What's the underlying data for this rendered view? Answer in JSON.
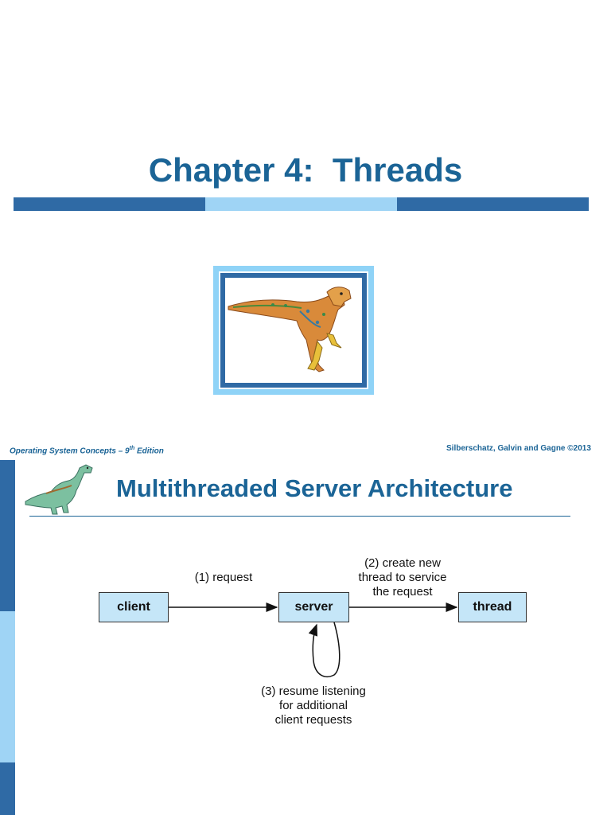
{
  "slide1": {
    "title": "Chapter 4:  Threads",
    "footer_left": "Operating System Concepts – 9",
    "footer_left_sup": "th",
    "footer_left_suffix": " Edition",
    "footer_right": "Silberschatz, Galvin and Gagne ©2013"
  },
  "slide2": {
    "title": "Multithreaded Server Architecture",
    "diagram": {
      "client": "client",
      "server": "server",
      "thread": "thread",
      "label_request": "(1) request",
      "label_create_lines": [
        "(2) create new",
        "thread to service",
        "the request"
      ],
      "label_resume_lines": [
        "(3) resume listening",
        "for additional",
        "client requests"
      ]
    }
  },
  "colors": {
    "title_blue": "#1b6496",
    "bar_dark": "#2f6aa5",
    "bar_light": "#8fd3f7",
    "box_fill": "#c5e6f8"
  }
}
